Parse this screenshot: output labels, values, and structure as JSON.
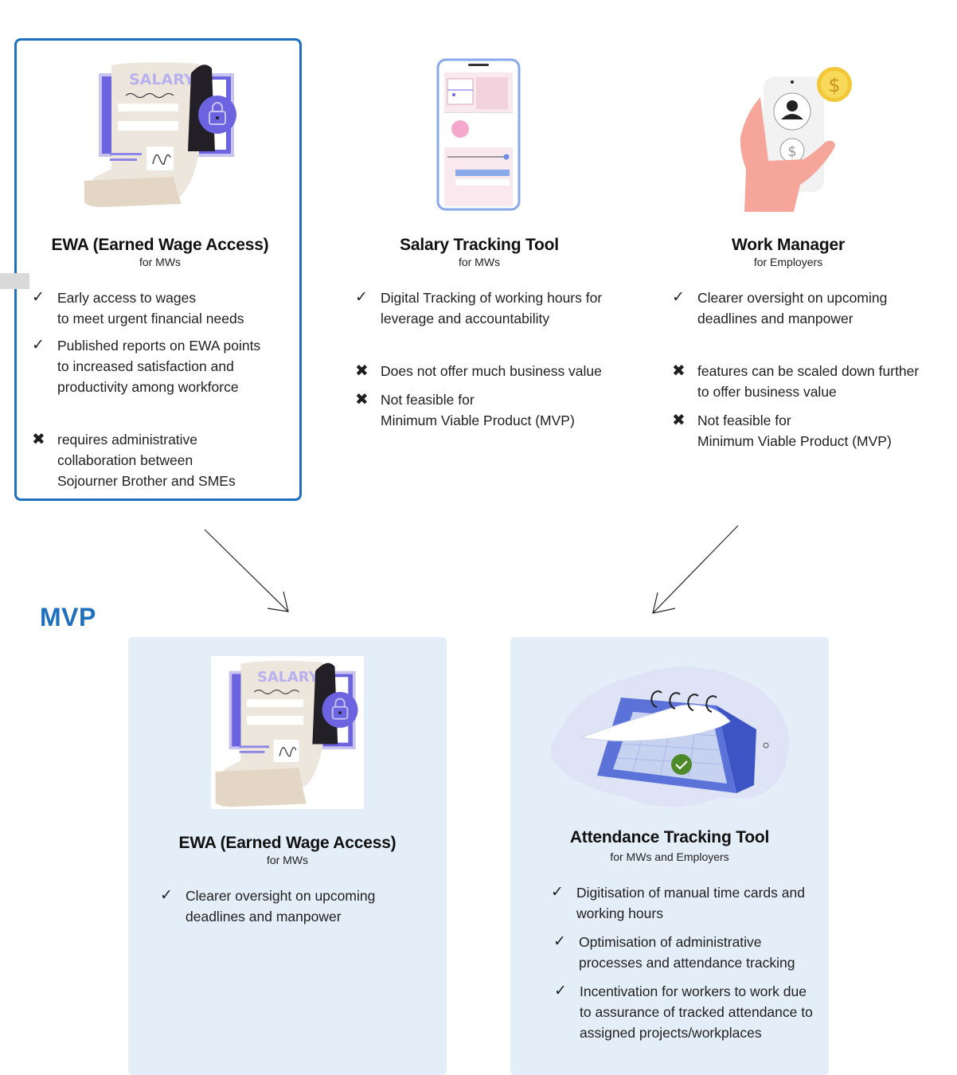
{
  "options": [
    {
      "title": "EWA (Earned Wage Access)",
      "subtitle": "for  MWs",
      "illustration": "salary-slip-lock-illustration",
      "illustration_text": "SALARY",
      "pros": [
        {
          "line1": "Early access to wages",
          "line2": "to meet urgent financial needs"
        },
        {
          "line1": "Published reports on EWA points",
          "line2": "to increased satisfaction and",
          "line3": "productivity among workforce"
        }
      ],
      "cons": [
        {
          "line1": "requires administrative",
          "line2": "collaboration between",
          "line3": "Sojourner Brother and SMEs"
        }
      ]
    },
    {
      "title": "Salary Tracking Tool",
      "subtitle": "for  MWs",
      "illustration": "phone-app-illustration",
      "pros": [
        {
          "line1": "Digital Tracking of working hours for",
          "line2": "leverage and accountability"
        }
      ],
      "cons": [
        {
          "line1": "Does not offer much business value"
        },
        {
          "line1": "Not feasible for",
          "line2": "Minimum Viable Product (MVP)"
        }
      ]
    },
    {
      "title": "Work Manager",
      "subtitle": "for  Employers",
      "illustration": "hand-phone-coin-illustration",
      "illustration_text": "$",
      "pros": [
        {
          "line1": "Clearer oversight on upcoming",
          "line2": "deadlines and manpower"
        }
      ],
      "cons": [
        {
          "line1": "features can be scaled down further",
          "line2": "to offer business value"
        },
        {
          "line1": "Not feasible for",
          "line2": "Minimum Viable Product (MVP)"
        }
      ]
    }
  ],
  "mvp": {
    "label": "MVP",
    "cards": [
      {
        "title": "EWA (Earned Wage Access)",
        "subtitle": "for  MWs",
        "illustration": "salary-slip-lock-illustration",
        "illustration_text": "SALARY",
        "pros": [
          {
            "line1": "Clearer oversight on upcoming",
            "line2": "deadlines and manpower"
          }
        ]
      },
      {
        "title": "Attendance Tracking Tool",
        "subtitle": "for MWs and Employers",
        "illustration": "calendar-check-illustration",
        "pros": [
          {
            "line1": "Digitisation of manual time cards and",
            "line2": "working hours"
          },
          {
            "line1": "Optimisation of administrative",
            "line2": "processes and attendance tracking"
          },
          {
            "line1": "Incentivation for workers to work due",
            "line2": "to assurance of tracked attendance to",
            "line3": "assigned projects/workplaces"
          }
        ]
      }
    ]
  },
  "icons": {
    "check": "✓",
    "cross": "✖"
  },
  "colors": {
    "accent": "#1f6fbf",
    "mvp_card_bg": "#e4eef8"
  }
}
